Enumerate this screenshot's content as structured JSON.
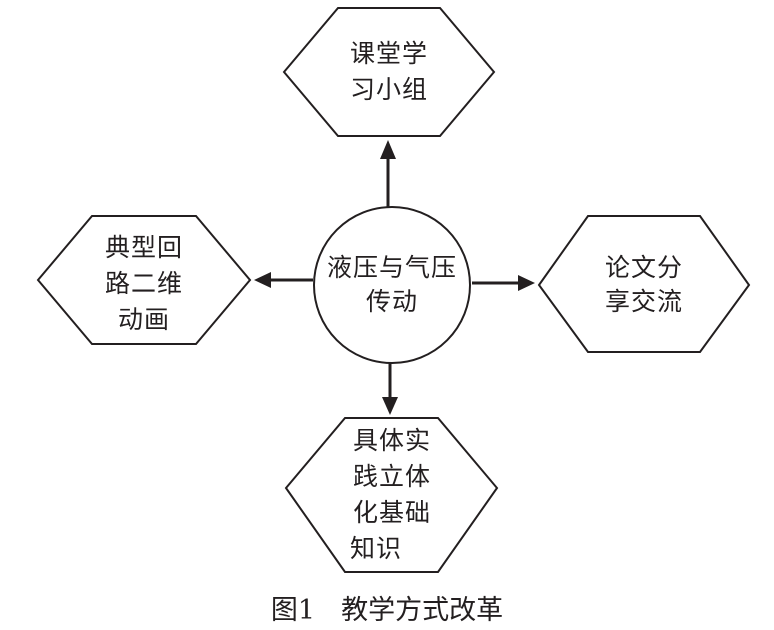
{
  "center": {
    "lines": [
      "液压与气压",
      "传动"
    ]
  },
  "top": {
    "lines": [
      "课堂学",
      "习小组"
    ]
  },
  "left": {
    "lines": [
      "典型回",
      "路二维",
      "动画"
    ]
  },
  "right": {
    "lines": [
      "论文分",
      "享交流"
    ]
  },
  "bottom": {
    "lines": [
      "具体实",
      "践立体",
      "化基础",
      "知识"
    ]
  },
  "caption": {
    "label": "图1",
    "title": "教学方式改革"
  }
}
